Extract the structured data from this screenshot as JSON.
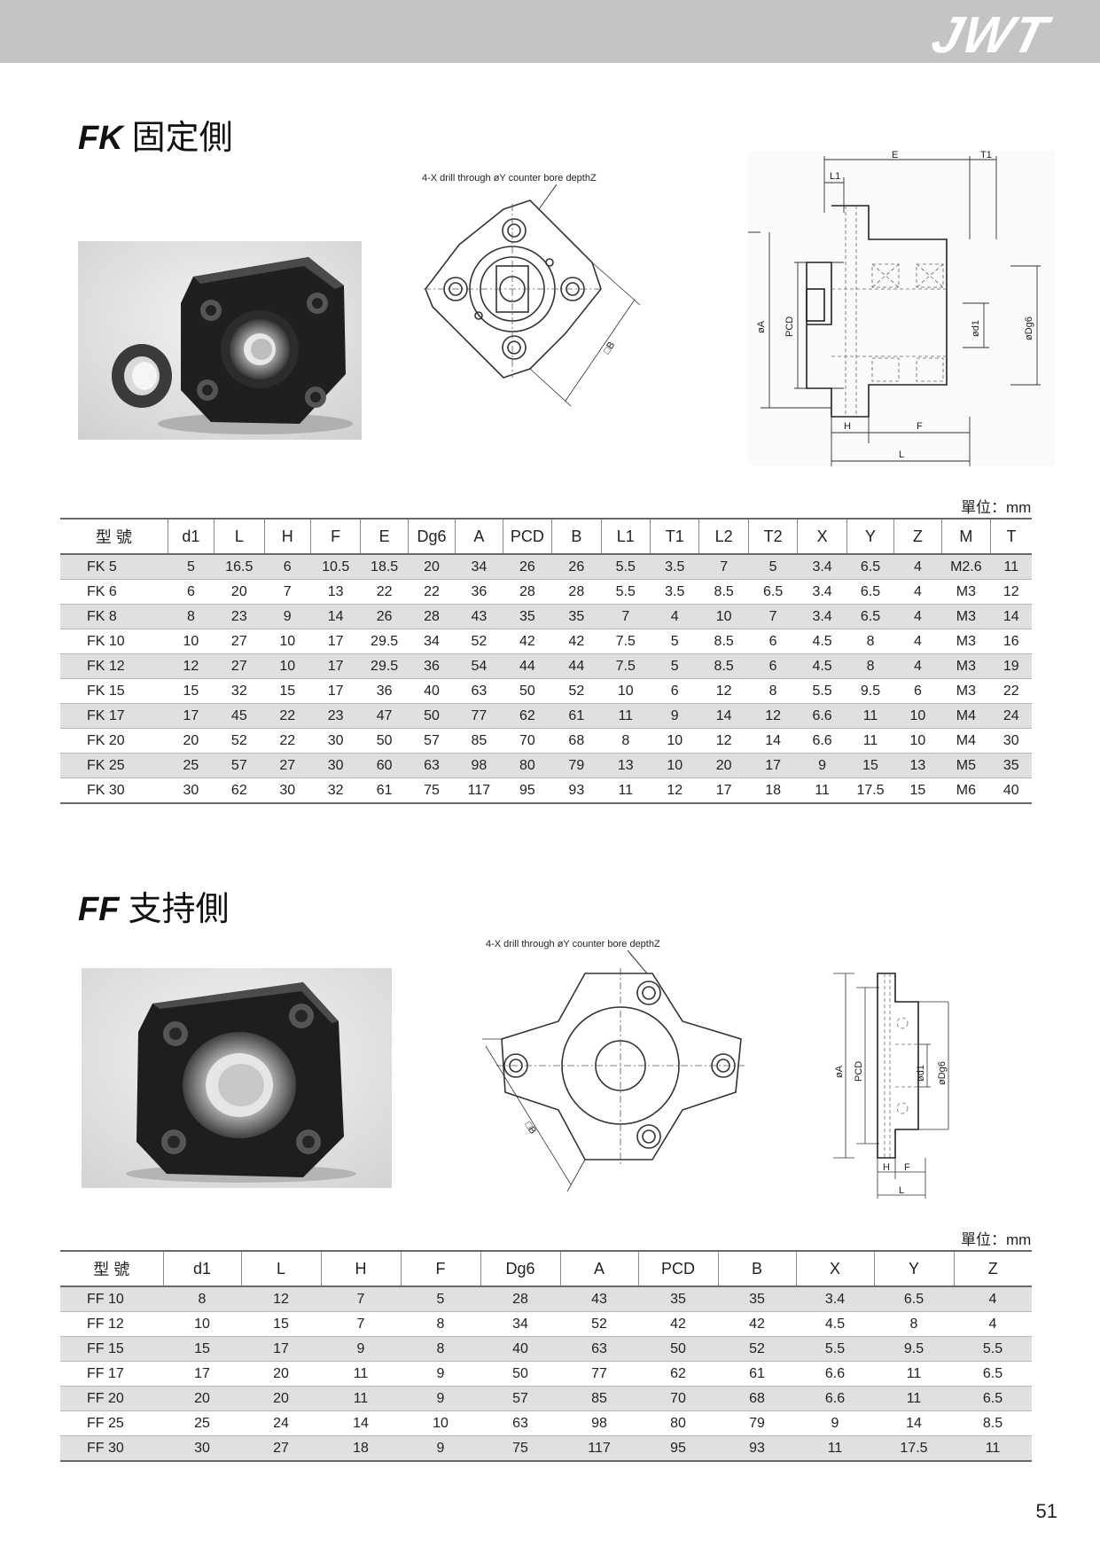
{
  "header": {
    "brand": "JWT"
  },
  "fk": {
    "code": "FK",
    "title": "固定側",
    "drawing_note": "4-X drill through øY counter bore depthZ",
    "dims": {
      "e": "E",
      "t1": "T1",
      "l1": "L1",
      "a": "øA",
      "pcd": "PCD",
      "d1": "ød1",
      "dg6": "øDg6",
      "h": "H",
      "f": "F",
      "l": "L",
      "b": "□B"
    },
    "unit": "單位：mm",
    "columns": [
      "型 號",
      "d1",
      "L",
      "H",
      "F",
      "E",
      "Dg6",
      "A",
      "PCD",
      "B",
      "L1",
      "T1",
      "L2",
      "T2",
      "X",
      "Y",
      "Z",
      "M",
      "T"
    ],
    "rows": [
      [
        "FK 5",
        "5",
        "16.5",
        "6",
        "10.5",
        "18.5",
        "20",
        "34",
        "26",
        "26",
        "5.5",
        "3.5",
        "7",
        "5",
        "3.4",
        "6.5",
        "4",
        "M2.6",
        "11"
      ],
      [
        "FK 6",
        "6",
        "20",
        "7",
        "13",
        "22",
        "22",
        "36",
        "28",
        "28",
        "5.5",
        "3.5",
        "8.5",
        "6.5",
        "3.4",
        "6.5",
        "4",
        "M3",
        "12"
      ],
      [
        "FK 8",
        "8",
        "23",
        "9",
        "14",
        "26",
        "28",
        "43",
        "35",
        "35",
        "7",
        "4",
        "10",
        "7",
        "3.4",
        "6.5",
        "4",
        "M3",
        "14"
      ],
      [
        "FK 10",
        "10",
        "27",
        "10",
        "17",
        "29.5",
        "34",
        "52",
        "42",
        "42",
        "7.5",
        "5",
        "8.5",
        "6",
        "4.5",
        "8",
        "4",
        "M3",
        "16"
      ],
      [
        "FK 12",
        "12",
        "27",
        "10",
        "17",
        "29.5",
        "36",
        "54",
        "44",
        "44",
        "7.5",
        "5",
        "8.5",
        "6",
        "4.5",
        "8",
        "4",
        "M3",
        "19"
      ],
      [
        "FK 15",
        "15",
        "32",
        "15",
        "17",
        "36",
        "40",
        "63",
        "50",
        "52",
        "10",
        "6",
        "12",
        "8",
        "5.5",
        "9.5",
        "6",
        "M3",
        "22"
      ],
      [
        "FK 17",
        "17",
        "45",
        "22",
        "23",
        "47",
        "50",
        "77",
        "62",
        "61",
        "11",
        "9",
        "14",
        "12",
        "6.6",
        "11",
        "10",
        "M4",
        "24"
      ],
      [
        "FK 20",
        "20",
        "52",
        "22",
        "30",
        "50",
        "57",
        "85",
        "70",
        "68",
        "8",
        "10",
        "12",
        "14",
        "6.6",
        "11",
        "10",
        "M4",
        "30"
      ],
      [
        "FK 25",
        "25",
        "57",
        "27",
        "30",
        "60",
        "63",
        "98",
        "80",
        "79",
        "13",
        "10",
        "20",
        "17",
        "9",
        "15",
        "13",
        "M5",
        "35"
      ],
      [
        "FK 30",
        "30",
        "62",
        "30",
        "32",
        "61",
        "75",
        "117",
        "95",
        "93",
        "11",
        "12",
        "17",
        "18",
        "11",
        "17.5",
        "15",
        "M6",
        "40"
      ]
    ]
  },
  "ff": {
    "code": "FF",
    "title": "支持側",
    "drawing_note": "4-X drill through øY counter bore depthZ",
    "dims": {
      "a": "øA",
      "pcd": "PCD",
      "d1": "ød1",
      "dg6": "øDg6",
      "h": "H",
      "f": "F",
      "l": "L",
      "b": "□B"
    },
    "unit": "單位：mm",
    "columns": [
      "型 號",
      "d1",
      "L",
      "H",
      "F",
      "Dg6",
      "A",
      "PCD",
      "B",
      "X",
      "Y",
      "Z"
    ],
    "rows": [
      [
        "FF 10",
        "8",
        "12",
        "7",
        "5",
        "28",
        "43",
        "35",
        "35",
        "3.4",
        "6.5",
        "4"
      ],
      [
        "FF 12",
        "10",
        "15",
        "7",
        "8",
        "34",
        "52",
        "42",
        "42",
        "4.5",
        "8",
        "4"
      ],
      [
        "FF 15",
        "15",
        "17",
        "9",
        "8",
        "40",
        "63",
        "50",
        "52",
        "5.5",
        "9.5",
        "5.5"
      ],
      [
        "FF 17",
        "17",
        "20",
        "11",
        "9",
        "50",
        "77",
        "62",
        "61",
        "6.6",
        "11",
        "6.5"
      ],
      [
        "FF 20",
        "20",
        "20",
        "11",
        "9",
        "57",
        "85",
        "70",
        "68",
        "6.6",
        "11",
        "6.5"
      ],
      [
        "FF 25",
        "25",
        "24",
        "14",
        "10",
        "63",
        "98",
        "80",
        "79",
        "9",
        "14",
        "8.5"
      ],
      [
        "FF 30",
        "30",
        "27",
        "18",
        "9",
        "75",
        "117",
        "95",
        "93",
        "11",
        "17.5",
        "11"
      ]
    ]
  },
  "page_number": "51"
}
